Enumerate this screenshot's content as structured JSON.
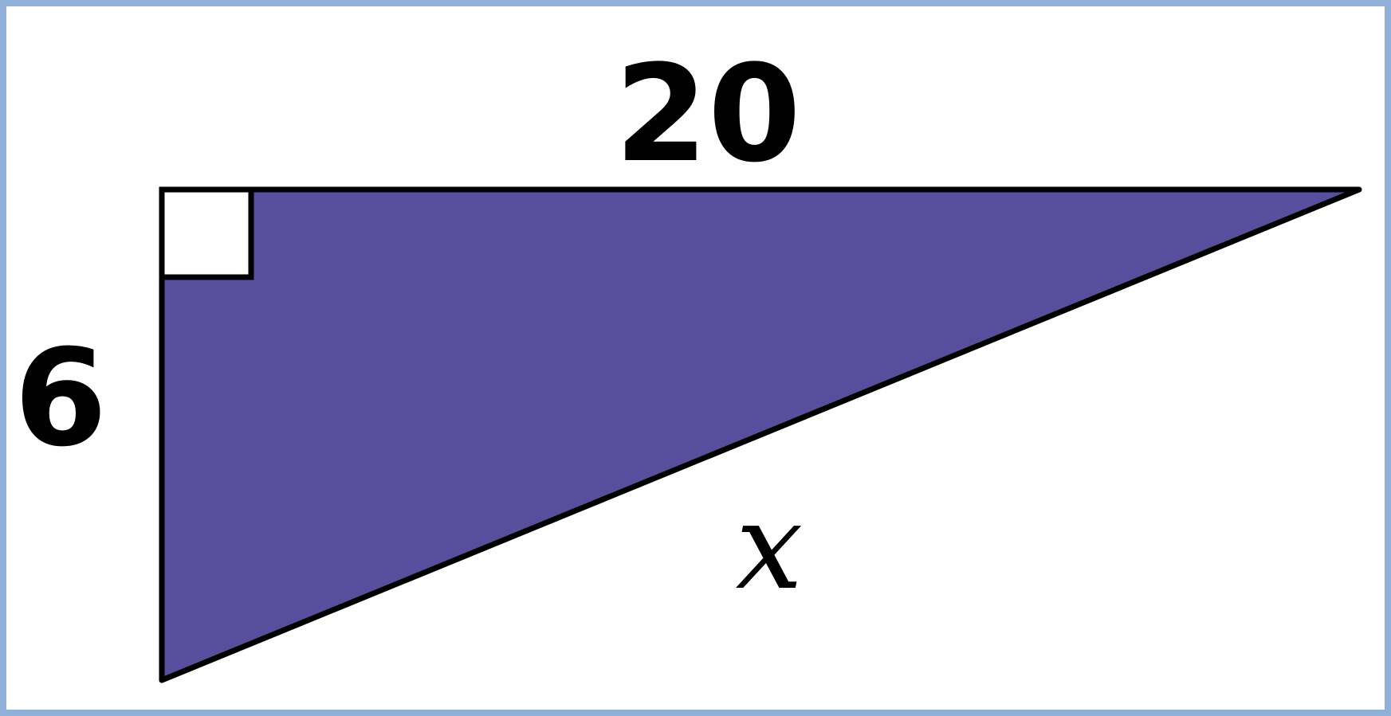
{
  "diagram": {
    "labels": {
      "top_side": "20",
      "left_side": "6",
      "hypotenuse": "x"
    },
    "colors": {
      "frame_border": "#8fb0d8",
      "triangle_fill": "#574f9e",
      "stroke": "#000000",
      "right_angle_box": "#ffffff"
    }
  }
}
